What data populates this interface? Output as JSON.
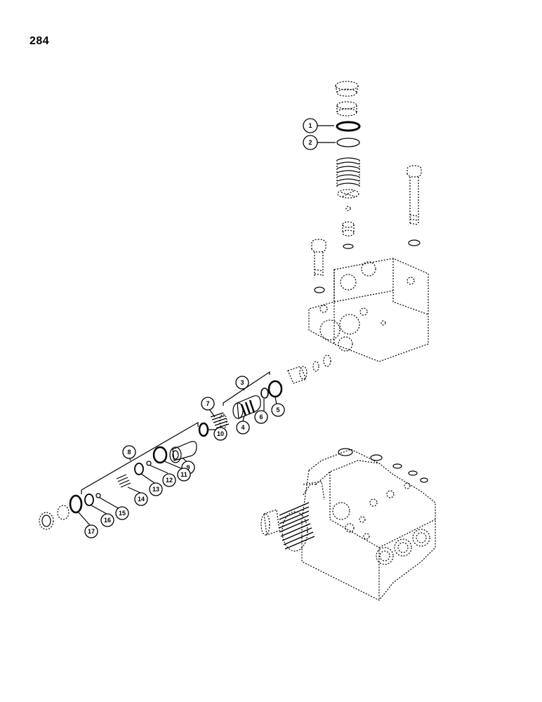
{
  "page": {
    "number": "284"
  },
  "callouts": [
    {
      "id": "c1",
      "label": "1"
    },
    {
      "id": "c2",
      "label": "2"
    },
    {
      "id": "c3",
      "label": "3"
    },
    {
      "id": "c4",
      "label": "4"
    },
    {
      "id": "c5",
      "label": "5"
    },
    {
      "id": "c6",
      "label": "6"
    },
    {
      "id": "c7",
      "label": "7"
    },
    {
      "id": "c8",
      "label": "8"
    },
    {
      "id": "c9",
      "label": "9"
    },
    {
      "id": "c10",
      "label": "10"
    },
    {
      "id": "c11",
      "label": "11"
    },
    {
      "id": "c12",
      "label": "12"
    },
    {
      "id": "c13",
      "label": "13"
    },
    {
      "id": "c14",
      "label": "14"
    },
    {
      "id": "c15",
      "label": "15"
    },
    {
      "id": "c16",
      "label": "16"
    },
    {
      "id": "c17",
      "label": "17"
    }
  ]
}
